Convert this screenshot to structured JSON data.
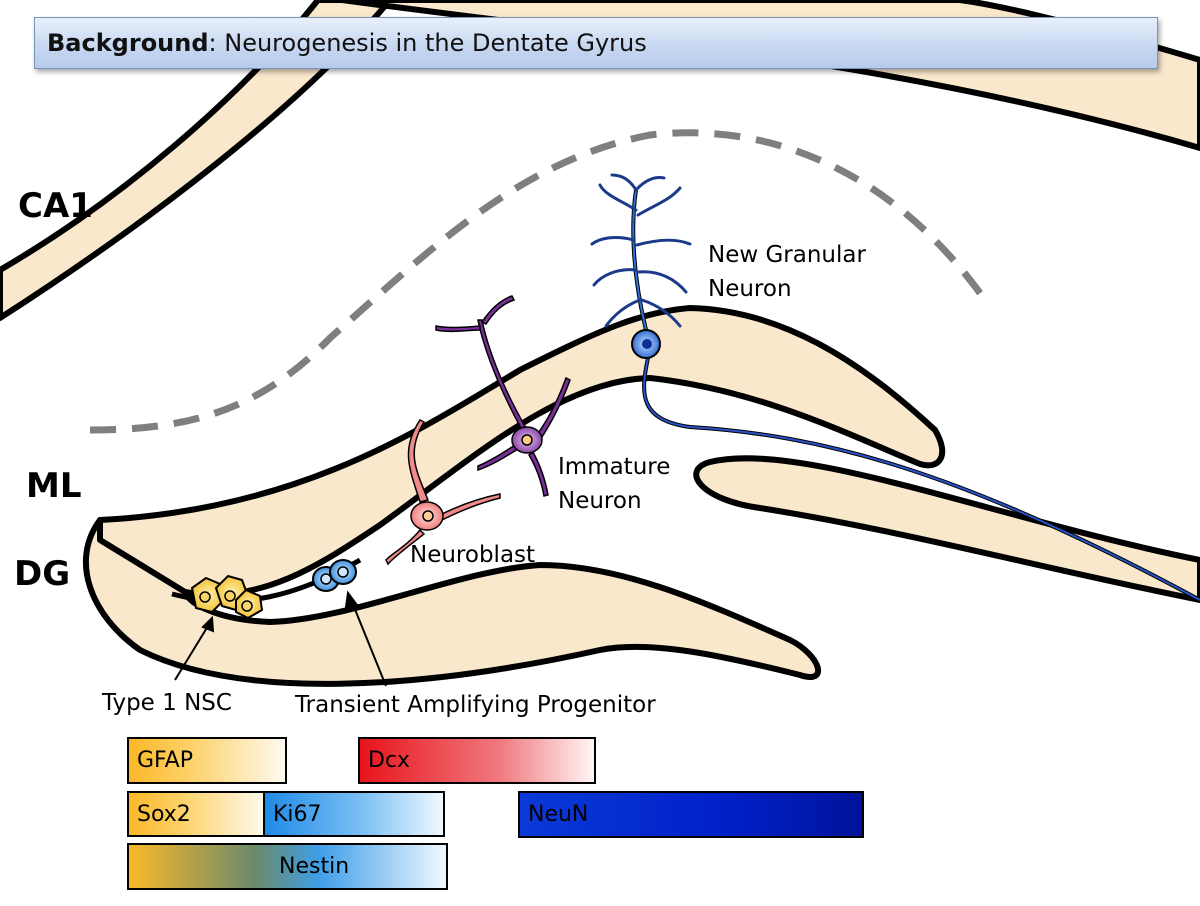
{
  "title": {
    "bold": "Background",
    "rest": ": Neurogenesis in the Dentate Gyrus"
  },
  "regions": {
    "ca1": "CA1",
    "ml": "ML",
    "dg": "DG"
  },
  "cells": {
    "type1_nsc": "Type 1 NSC",
    "tap": "Transient Amplifying Progenitor",
    "neuroblast": "Neuroblast",
    "immature_line1": "Immature",
    "immature_line2": "Neuron",
    "granular_line1": "New Granular",
    "granular_line2": "Neuron"
  },
  "markers": {
    "gfap": "GFAP",
    "sox2": "Sox2",
    "ki67": "Ki67",
    "nestin": "Nestin",
    "dcx": "Dcx",
    "neun": "NeuN"
  },
  "colors": {
    "tissue": "#fae8cc",
    "dashed_line": "#7f7f7f",
    "type1": "#f5c342",
    "tap": "#3a96e0",
    "neuroblast": "#f08a8a",
    "immature": "#8a4ca0",
    "granular": "#1f63d6",
    "gfap": "#fbb829",
    "dcx": "#e8141b",
    "neun": "#0018b8"
  }
}
